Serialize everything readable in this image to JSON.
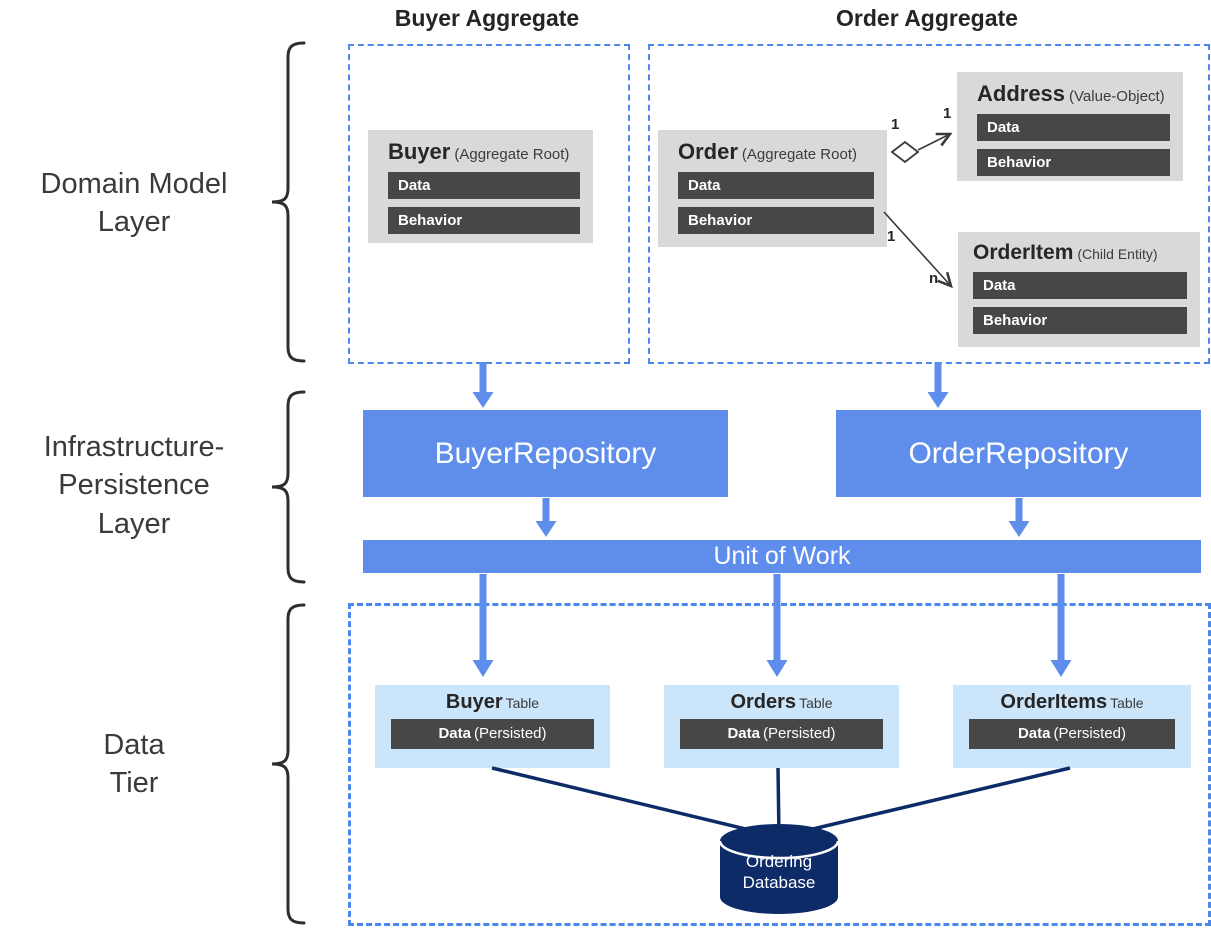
{
  "layer_labels": {
    "domain": {
      "line1": "Domain Model",
      "line2": "Layer"
    },
    "infrastructure": {
      "line1": "Infrastructure-",
      "line2": "Persistence",
      "line3": "Layer"
    },
    "data": {
      "line1": "Data",
      "line2": "Tier"
    }
  },
  "aggregate_headers": {
    "buyer": "Buyer Aggregate",
    "order": "Order Aggregate"
  },
  "entities": {
    "buyer": {
      "name": "Buyer",
      "stereotype": "(Aggregate Root)",
      "data_label": "Data",
      "behavior_label": "Behavior"
    },
    "order": {
      "name": "Order",
      "stereotype": "(Aggregate Root)",
      "data_label": "Data",
      "behavior_label": "Behavior"
    },
    "address": {
      "name": "Address",
      "stereotype": "(Value-Object)",
      "data_label": "Data",
      "behavior_label": "Behavior"
    },
    "orderitem": {
      "name": "OrderItem",
      "stereotype": "(Child Entity)",
      "data_label": "Data",
      "behavior_label": "Behavior"
    }
  },
  "multiplicities": {
    "order_to_address_source": "1",
    "order_to_address_target": "1",
    "order_to_orderitem_source": "1",
    "order_to_orderitem_target": "n"
  },
  "repositories": {
    "buyer": "BuyerRepository",
    "order": "OrderRepository"
  },
  "unit_of_work": "Unit of Work",
  "tables": {
    "buyer": {
      "name": "Buyer",
      "kind": "Table",
      "data_label": "Data",
      "data_note": "(Persisted)"
    },
    "orders": {
      "name": "Orders",
      "kind": "Table",
      "data_label": "Data",
      "data_note": "(Persisted)"
    },
    "orderitems": {
      "name": "OrderItems",
      "kind": "Table",
      "data_label": "Data",
      "data_note": "(Persisted)"
    }
  },
  "database": {
    "line1": "Ordering",
    "line2": "Database"
  },
  "colors": {
    "accent_blue": "#5E8DEB",
    "dashed_border_blue": "#4C87F0",
    "table_light_blue": "#CBE5FA",
    "database_navy": "#0D2B67",
    "section_bar_gray": "#474747",
    "entity_gray": "#D9D9D9",
    "text_dark": "#2D2D2D"
  }
}
